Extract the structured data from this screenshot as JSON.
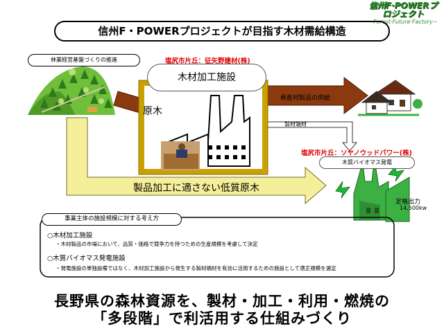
{
  "logo": {
    "title": "信州F·POWERプロジェクト",
    "subtitle": "~Forest·Future·Factory~"
  },
  "title": "信州F・POWERプロジェクトが目指す木材需給構造",
  "forest": {
    "label": "林業経営基盤づくりの推進"
  },
  "facility": {
    "company": "塩尻市片丘：征矢野建材(株)",
    "title": "木材加工施設",
    "raw_wood": "原木"
  },
  "supply": {
    "label": "県産材製品の供給"
  },
  "scrap": {
    "label": "製材端材"
  },
  "power": {
    "company": "塩尻市片丘：ソヤノウッドパワー(株)",
    "label": "木質バイオマス発電",
    "capacity_title": "定格出力",
    "capacity_value": "14,500kw"
  },
  "lowgrade": {
    "label": "製品加工に適さない低質原木"
  },
  "policy": {
    "header": "事業主体の施設規模に対する考え方",
    "items": [
      {
        "head": "○木材加工施設",
        "body": "・木材製品の市場において、品質・価格で競争力を持つための生産規模を考慮して決定"
      },
      {
        "head": "○木質バイオマス発電施設",
        "body": "・発電施設の単独設備ではなく、木材加工施設から発生する製材端材を有効に活用するための施設として適正規模を選定"
      }
    ]
  },
  "tagline": {
    "line1": "長野県の森林資源を、製材・加工・利用・燃焼の",
    "line2": "「多段階」で利活用する仕組みづくり"
  },
  "colors": {
    "accent_red": "#e00000",
    "arrow_brown": "#8b3a10",
    "factory_gold": "#c9a100",
    "arrow_yellow": "#f6ef9a",
    "plant_green": "#3cb043"
  }
}
